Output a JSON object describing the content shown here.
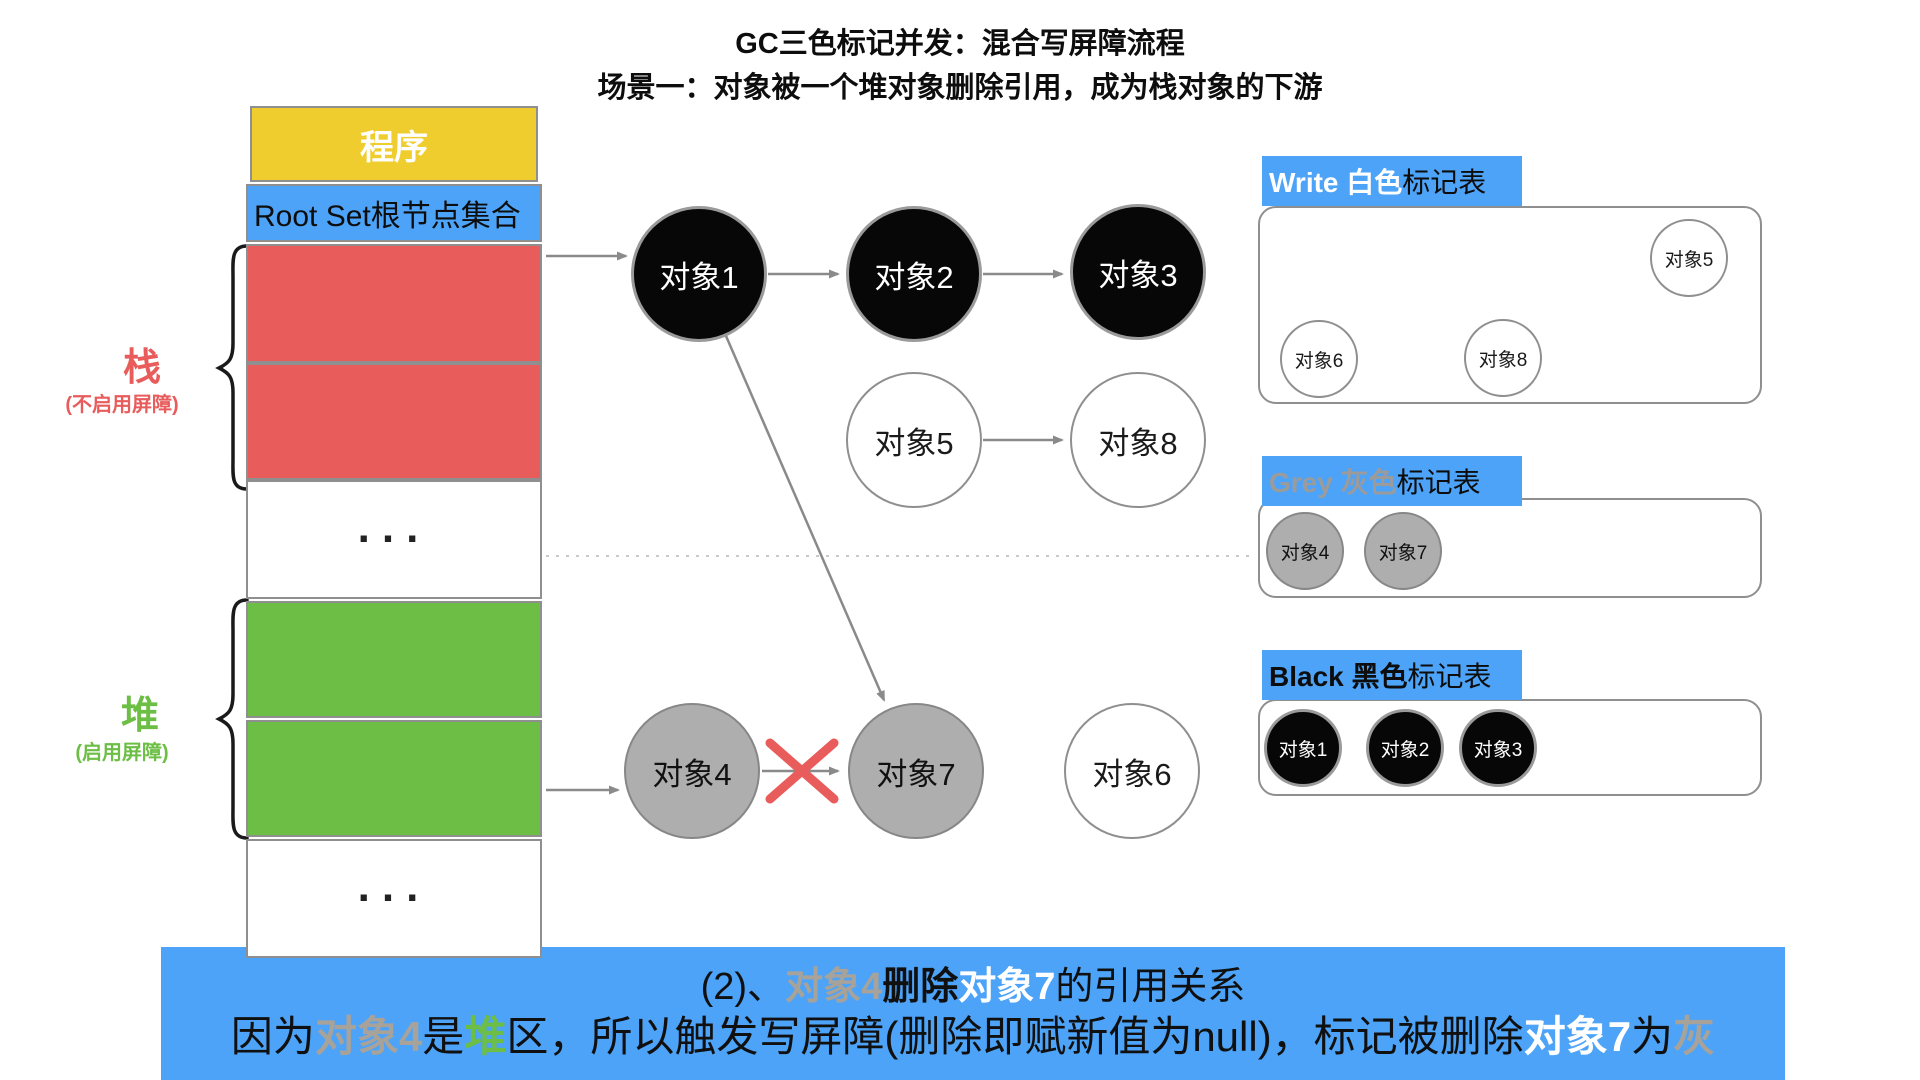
{
  "title": {
    "line1": "GC三色标记并发：混合写屏障流程",
    "line2": "场景一：对象被一个堆对象删除引用，成为栈对象的下游"
  },
  "memory": {
    "program": "程序",
    "root_set": "Root Set根节点集合",
    "dots": "...",
    "stack_label": "栈",
    "stack_note": "(不启用屏障)",
    "heap_label": "堆",
    "heap_note": "(启用屏障)"
  },
  "graph": {
    "obj1": "对象1",
    "obj2": "对象2",
    "obj3": "对象3",
    "obj4": "对象4",
    "obj5": "对象5",
    "obj6": "对象6",
    "obj7": "对象7",
    "obj8": "对象8"
  },
  "tables": {
    "white": {
      "prefix": "Write 白色",
      "suffix": "标记表",
      "items": {
        "a": "对象5",
        "b": "对象6",
        "c": "对象8"
      }
    },
    "grey": {
      "prefix": "Grey 灰色",
      "suffix": "标记表",
      "items": {
        "a": "对象4",
        "b": "对象7"
      }
    },
    "black": {
      "prefix": "Black 黑色",
      "suffix": "标记表",
      "items": {
        "a": "对象1",
        "b": "对象2",
        "c": "对象3"
      }
    }
  },
  "banner": {
    "line1": {
      "p1": "(2)、",
      "p2": "对象4",
      "p3": "删除",
      "p4": "对象7",
      "p5": "的引用关系"
    },
    "line2": {
      "p1": "因为",
      "p2": "对象4",
      "p3": "是",
      "p4": "堆",
      "p5": "区，所以触发写屏障(删除即赋新值为null)，标记被删除",
      "p6": "对象7",
      "p7": "为",
      "p8": "灰"
    }
  },
  "colors": {
    "accent_blue": "#4da3f7",
    "stack_red": "#e85c5c",
    "heap_green": "#6cbe45",
    "program_yellow": "#f0cd2f",
    "node_gray": "#aeaeae",
    "node_black": "#070707",
    "banner_gray_text": "#a7a29a"
  }
}
